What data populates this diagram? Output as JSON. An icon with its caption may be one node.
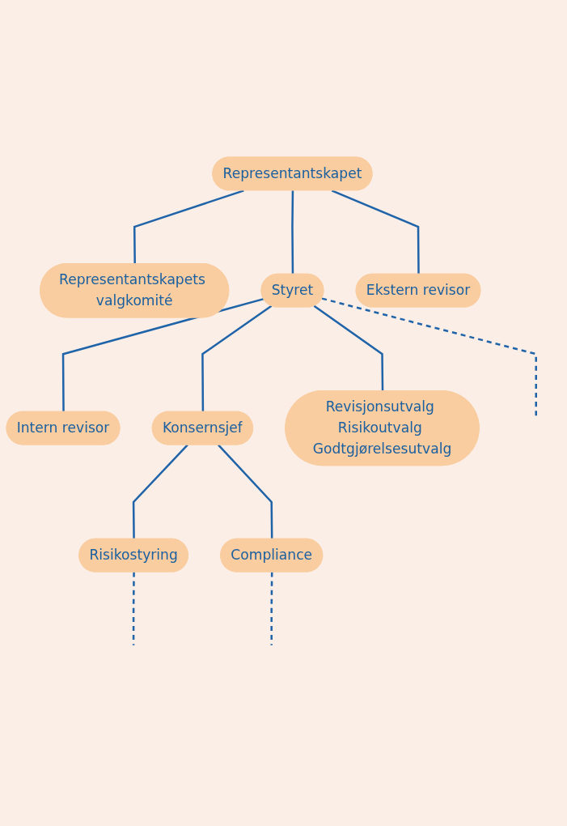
{
  "diagram": {
    "nodes": [
      {
        "text": [
          "Representantskapet"
        ]
      },
      {
        "text": [
          "Representantskapets valgkomité"
        ]
      },
      {
        "text": [
          "Ekstern revisor"
        ]
      },
      {
        "text": [
          "Styret"
        ]
      },
      {
        "text": [
          "Revisjonsutvalg Risikoutvalg Godtgjørelsesutvalg"
        ]
      },
      {
        "text": [
          "Intern revisor"
        ]
      },
      {
        "text": [
          "Konsernsjef"
        ]
      },
      {
        "text": [
          "Risikostyring"
        ]
      },
      {
        "text": [
          "Compliance"
        ]
      }
    ],
    "edges": [
      {
        "from": 0,
        "to": 1,
        "arrow": "none"
      },
      {
        "from": 0,
        "to": 2,
        "arrow": "none"
      },
      {
        "from": 0,
        "to": 3,
        "arrow": "none"
      },
      {
        "from": 3,
        "to": null,
        "arrow": "none",
        "style": "dashed"
      },
      {
        "from": 3,
        "to": 4,
        "arrow": "none"
      },
      {
        "from": 3,
        "to": 5,
        "arrow": "none"
      },
      {
        "from": 3,
        "to": 6,
        "arrow": "none"
      },
      {
        "from": 6,
        "to": 7,
        "arrow": "none"
      },
      {
        "from": 6,
        "to": 8,
        "arrow": "none"
      },
      {
        "from": 7,
        "to": null,
        "arrow": "none",
        "style": "dashed"
      },
      {
        "from": 8,
        "to": null,
        "arrow": "none",
        "style": "dashed"
      }
    ]
  }
}
